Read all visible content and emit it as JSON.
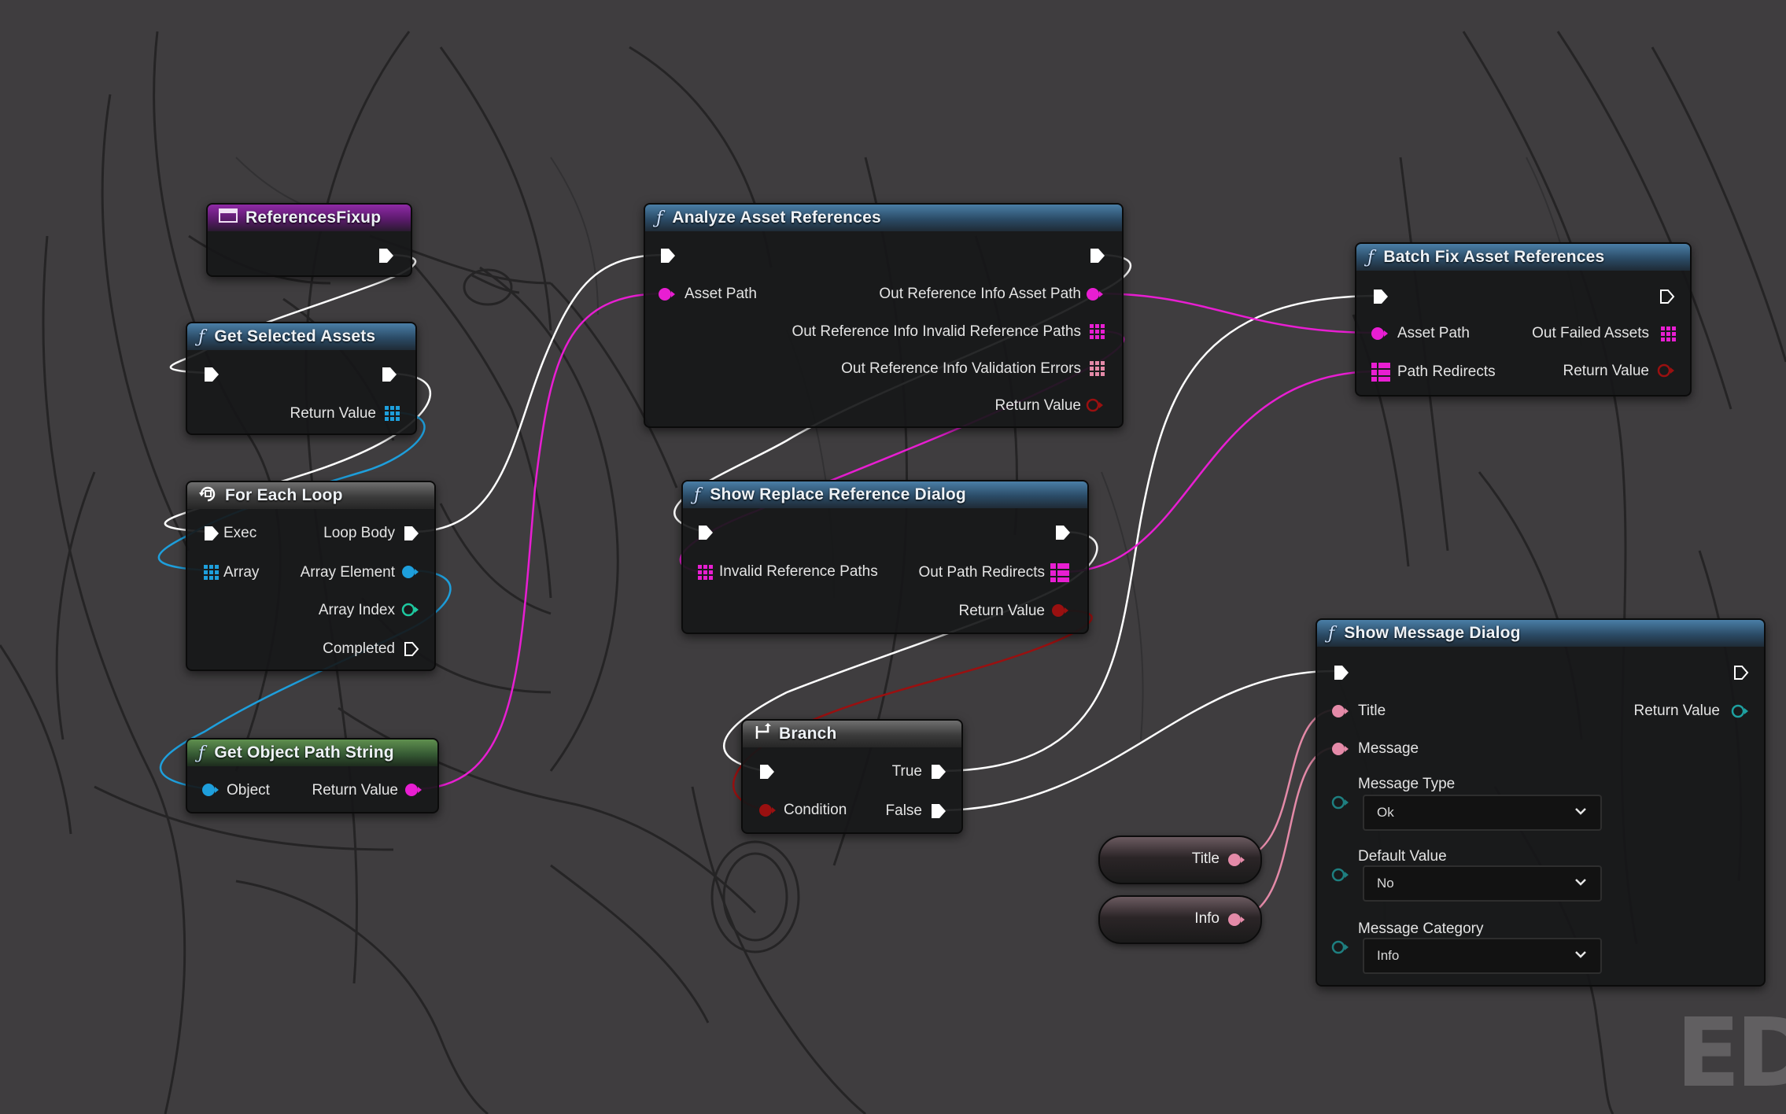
{
  "nodes": {
    "references_fixup": {
      "title": "ReferencesFixup"
    },
    "get_selected_assets": {
      "title": "Get Selected Assets",
      "return_value": "Return Value"
    },
    "for_each_loop": {
      "title": "For Each Loop",
      "exec": "Exec",
      "array": "Array",
      "loop_body": "Loop Body",
      "array_element": "Array Element",
      "array_index": "Array Index",
      "completed": "Completed"
    },
    "get_object_path_string": {
      "title": "Get Object Path String",
      "object": "Object",
      "return_value": "Return Value"
    },
    "analyze_asset_references": {
      "title": "Analyze Asset References",
      "asset_path": "Asset Path",
      "out_asset_path": "Out Reference Info Asset Path",
      "out_invalid_paths": "Out Reference Info Invalid Reference Paths",
      "out_validation_errors": "Out Reference Info Validation Errors",
      "return_value": "Return Value"
    },
    "show_replace_reference_dialog": {
      "title": "Show Replace Reference Dialog",
      "invalid_reference_paths": "Invalid Reference Paths",
      "out_path_redirects": "Out Path Redirects",
      "return_value": "Return Value"
    },
    "branch": {
      "title": "Branch",
      "condition": "Condition",
      "true_label": "True",
      "false_label": "False"
    },
    "batch_fix_asset_references": {
      "title": "Batch Fix Asset References",
      "asset_path": "Asset Path",
      "path_redirects": "Path Redirects",
      "out_failed_assets": "Out Failed Assets",
      "return_value": "Return Value"
    },
    "show_message_dialog": {
      "title": "Show Message Dialog",
      "title_pin": "Title",
      "message": "Message",
      "return_value": "Return Value",
      "message_type_label": "Message Type",
      "message_type_value": "Ok",
      "default_value_label": "Default Value",
      "default_value_value": "No",
      "message_category_label": "Message Category",
      "message_category_value": "Info"
    },
    "literal_title": {
      "value": "Title"
    },
    "literal_info": {
      "value": "Info"
    }
  },
  "watermark": "ED",
  "colors": {
    "exec_wire": "#ffffff",
    "string_wire": "#e81ed2",
    "object_wire": "#1e9fdc",
    "int_wire": "#1ec9a0",
    "bool_wire": "#9a1010",
    "text_wire": "#e48aa8",
    "function_header": "#3c6a8e",
    "event_header": "#7a2590",
    "pure_header": "#4f7d45"
  },
  "icons": [
    "function-icon",
    "event-icon",
    "loop-icon",
    "branch-icon",
    "exec-pin-icon",
    "data-pin-icon",
    "array-pin-icon",
    "chevron-down-icon"
  ]
}
